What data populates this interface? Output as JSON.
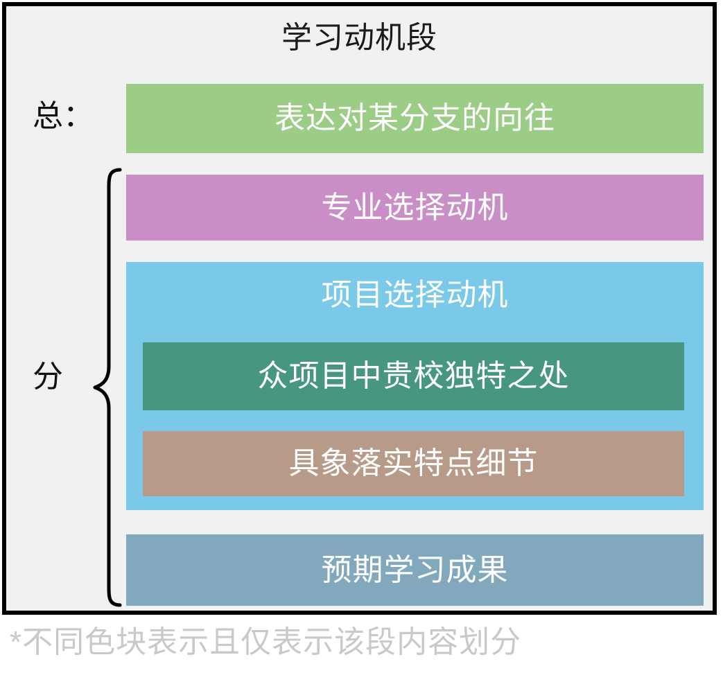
{
  "panel": {
    "title": "学习动机段",
    "labels": {
      "total": "总：",
      "parts": "分"
    },
    "brace_icon": "curly-brace-icon"
  },
  "blocks": {
    "goal": {
      "text": "表达对某分支的向往",
      "color": "#9bcd87"
    },
    "major": {
      "text": "专业选择动机",
      "color": "#ca8ec6"
    },
    "project": {
      "text": "项目选择动机",
      "color": "#7ac9e8"
    },
    "unique": {
      "text": "众项目中贵校独特之处",
      "color": "#479682"
    },
    "detail": {
      "text": "具象落实特点细节",
      "color": "#b79a88"
    },
    "outcome": {
      "text": "预期学习成果",
      "color": "#81a8bc"
    }
  },
  "footnote": {
    "text": "*不同色块表示且仅表示该段内容划分",
    "color": "#c9c9c9"
  }
}
